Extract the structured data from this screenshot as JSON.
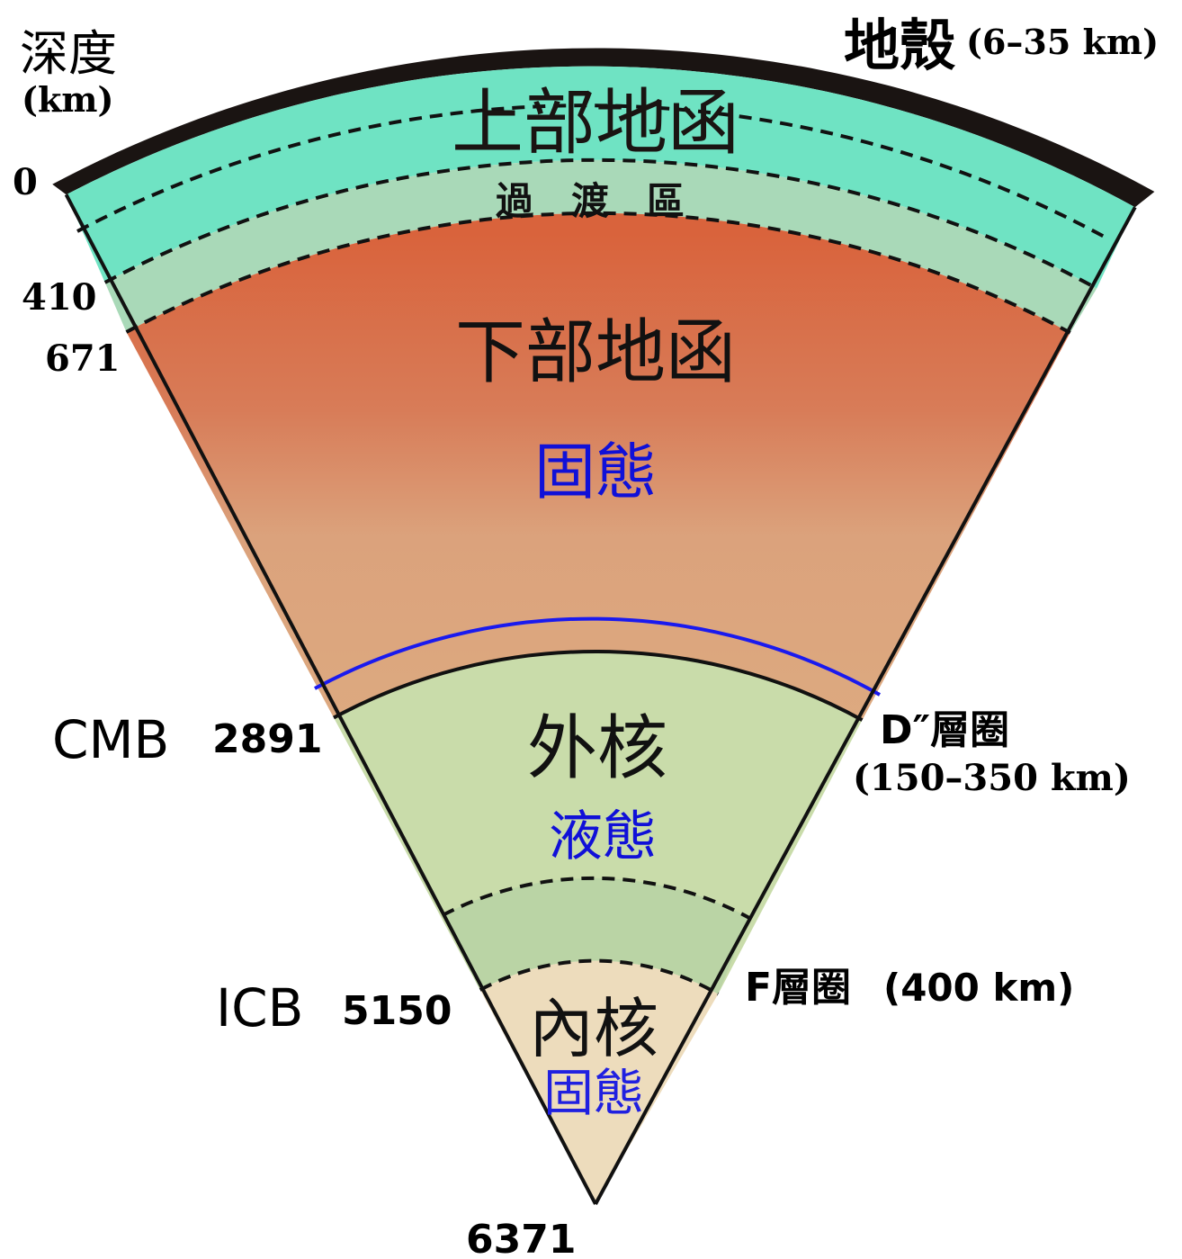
{
  "axis": {
    "title": "深度",
    "unit": "(km)"
  },
  "crust": {
    "label": "地殼",
    "thickness": "(6–35 km)"
  },
  "layers": {
    "upper_mantle": "上部地函",
    "transition_zone": "過　渡　區",
    "lower_mantle": "下部地函",
    "lower_mantle_state": "固態",
    "outer_core": "外核",
    "outer_core_state": "液態",
    "inner_core": "內核",
    "inner_core_state": "固態"
  },
  "depths": {
    "surface": "0",
    "d410": "410",
    "d671": "671",
    "cmb": "2891",
    "icb": "5150",
    "center": "6371"
  },
  "boundaries": {
    "cmb": "CMB",
    "icb": "ICB"
  },
  "d_double_prime": {
    "label": "D″層圈",
    "thickness": "(150–350 km)"
  },
  "f_layer": {
    "label": "F層圈",
    "thickness": "(400 km)"
  },
  "colors": {
    "crust": "#1a1412",
    "upper_mantle": "#6fe3c3",
    "transition_zone": "#a9d9b8",
    "lower_mantle_top": "#d9673f",
    "lower_mantle_bottom": "#ddaa7e",
    "d_layer_line": "#1a1aee",
    "outer_core": "#c9dcaa",
    "f_layer": "#b7d2a4",
    "inner_core": "#eddcbc",
    "state_text": "#1010d8"
  }
}
